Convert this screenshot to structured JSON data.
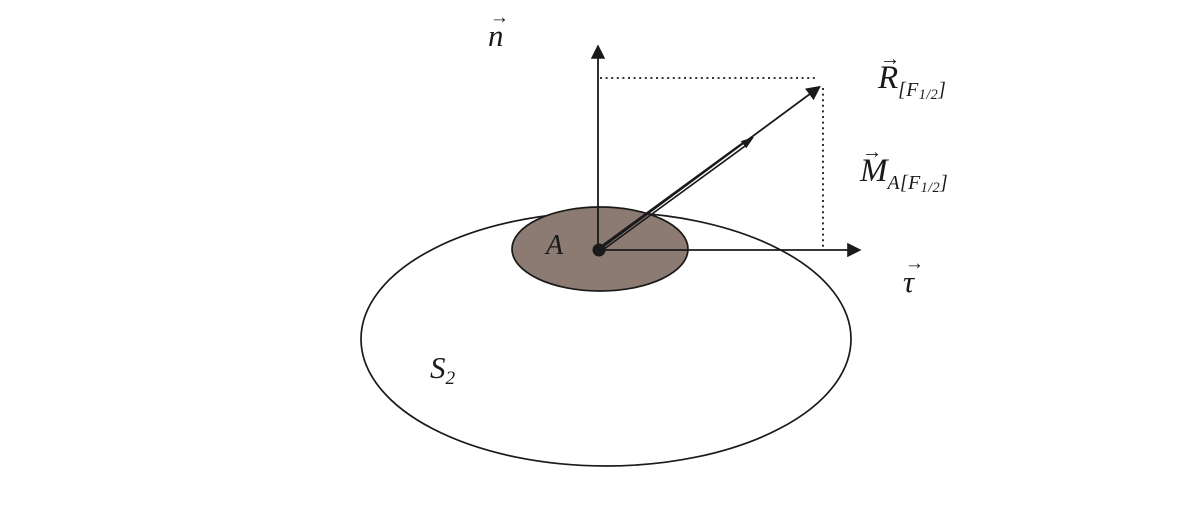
{
  "figure": {
    "labels": {
      "n": {
        "arrow": "→",
        "symbol": "n"
      },
      "tau": {
        "arrow": "→",
        "symbol": "τ"
      },
      "R": {
        "arrow": "→",
        "symbol": "R",
        "bracket_open": "[",
        "F": "F",
        "frac": "1/2",
        "bracket_close": "]"
      },
      "M": {
        "arrow": "→",
        "symbol": "M",
        "sub_point": "A",
        "bracket_open": "[",
        "F": "F",
        "frac": "1/2",
        "bracket_close": "]"
      },
      "point": "A",
      "surface": {
        "symbol": "S",
        "sub": "2"
      }
    },
    "colors": {
      "line": "#1a1a1a",
      "patch_fill": "#8c7b73",
      "surface_fill": "#ffffff",
      "background": "#ffffff"
    }
  }
}
